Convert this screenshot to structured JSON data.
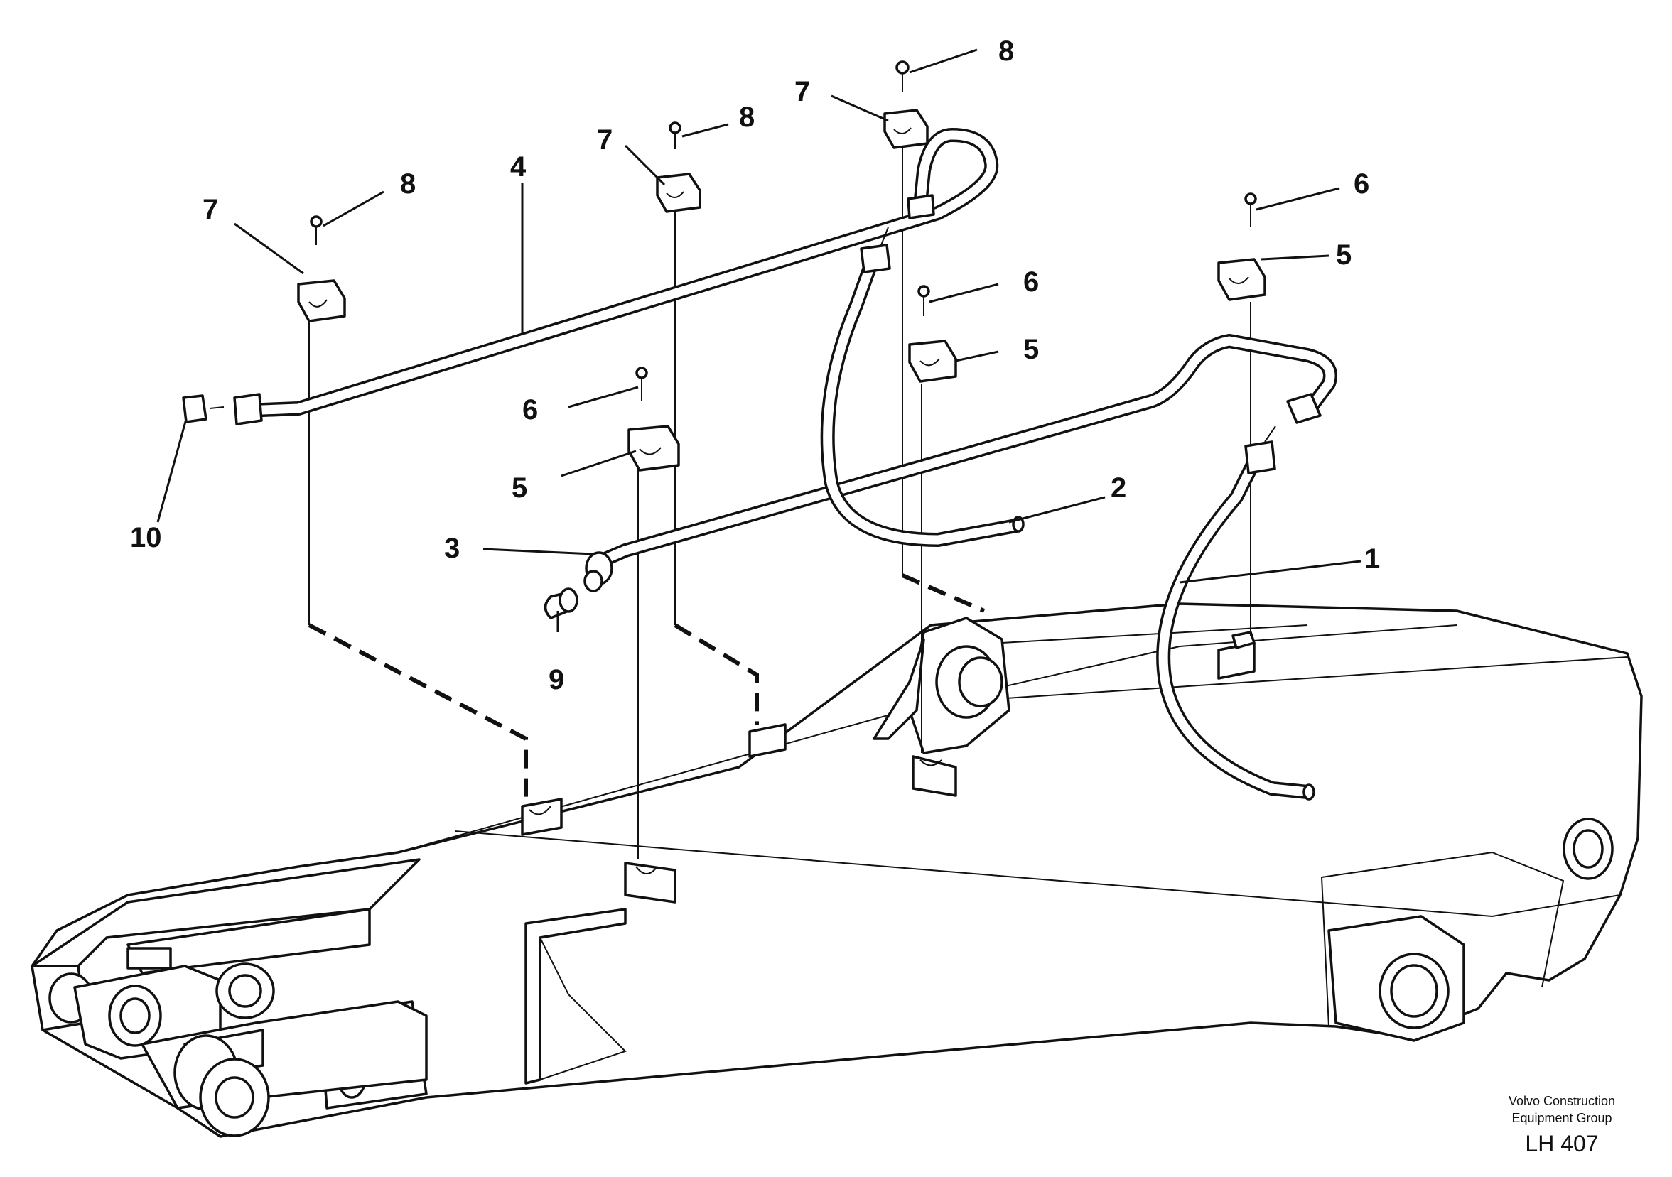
{
  "callouts": {
    "c1": "1",
    "c2": "2",
    "c3": "3",
    "c4": "4",
    "c5a": "5",
    "c5b": "5",
    "c5c": "5",
    "c6a": "6",
    "c6b": "6",
    "c6c": "6",
    "c7a": "7",
    "c7b": "7",
    "c7c": "7",
    "c8a": "8",
    "c8b": "8",
    "c8c": "8",
    "c9": "9",
    "c10": "10"
  },
  "footer": {
    "line1": "Volvo Construction",
    "line2": "Equipment Group",
    "code": "LH 407"
  }
}
